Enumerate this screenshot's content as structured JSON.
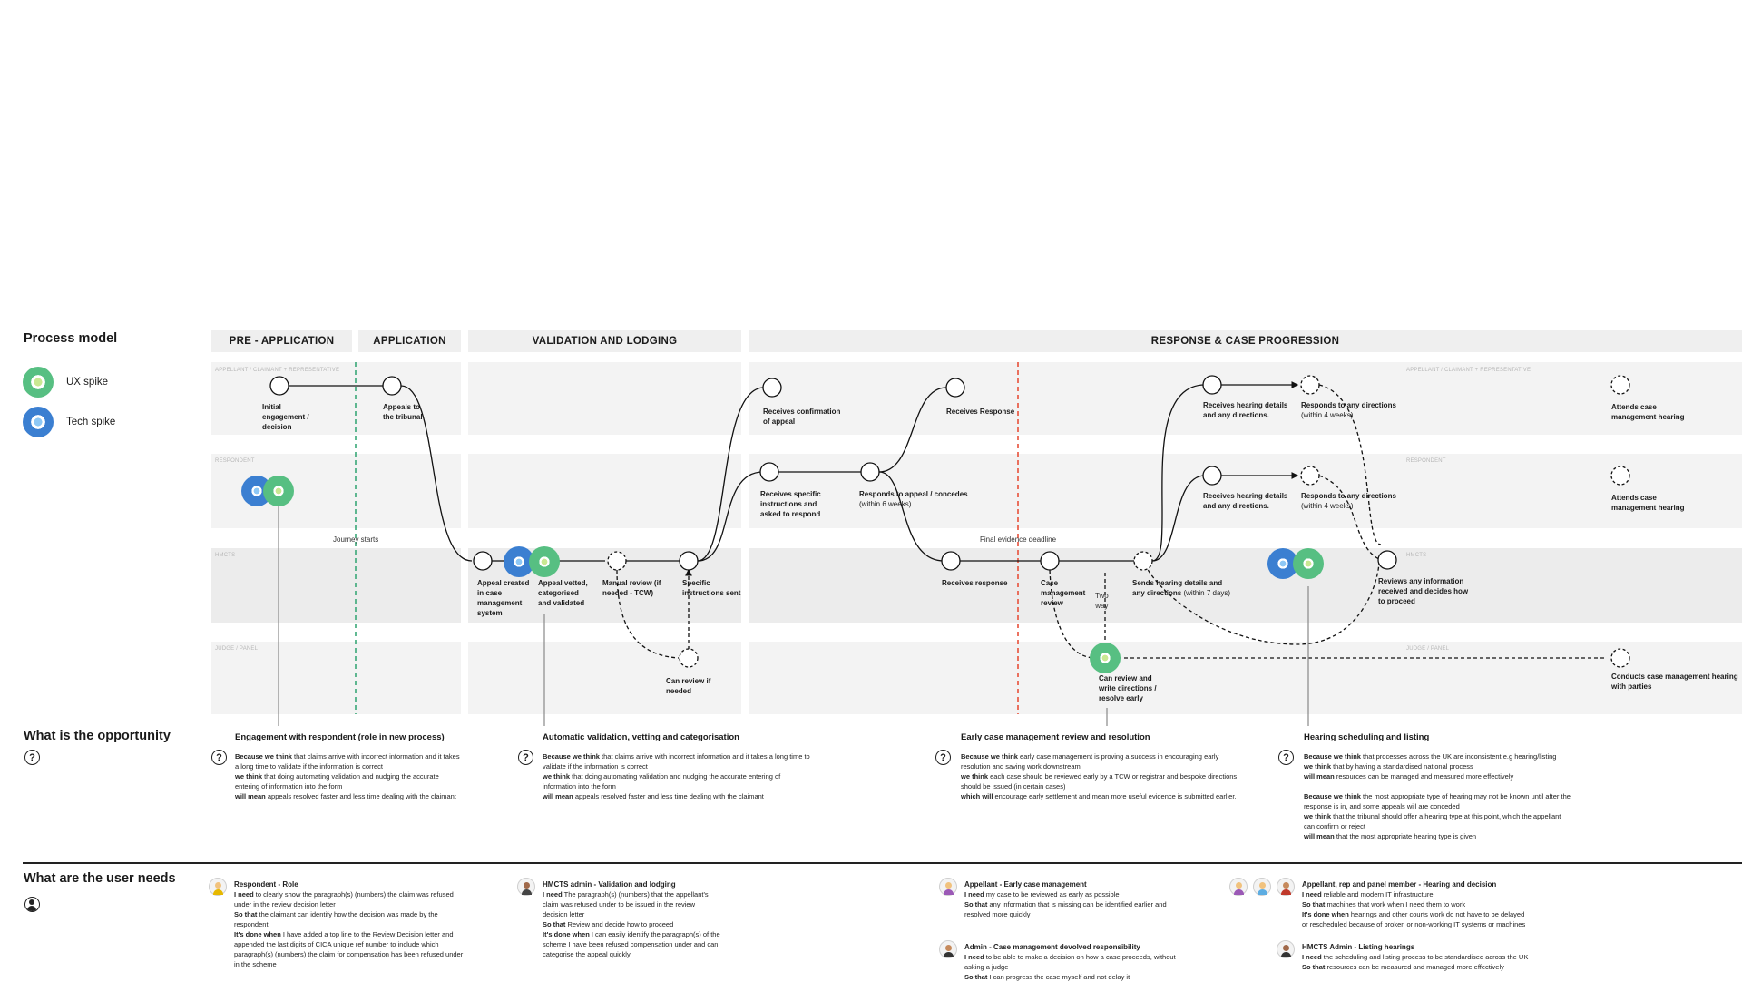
{
  "headings": {
    "process_model": "Process model",
    "opportunity": "What is the opportunity",
    "user_needs": "What are the user needs"
  },
  "legend": {
    "ux": "UX spike",
    "tech": "Tech spike"
  },
  "phases": [
    "PRE - APPLICATION",
    "APPLICATION",
    "VALIDATION AND LODGING",
    "RESPONSE & CASE PROGRESSION"
  ],
  "lanes": {
    "appellant": "APPELLANT / CLAIMANT + REPRESENTATIVE",
    "respondent": "RESPONDENT",
    "hmcts": "HMCTS",
    "judge": "JUDGE / PANEL"
  },
  "markers": {
    "journey_starts": "Journey starts",
    "final_evidence": "Final evidence deadline",
    "two_way_1": "Two",
    "two_way_2": "way"
  },
  "nodes": {
    "n1a": "Initial",
    "n1b": "engagement /",
    "n1c": "decision",
    "n2a": "Appeals to",
    "n2b": "the tribunal",
    "n3a": "Appeal created",
    "n3b": "in case",
    "n3c": "management",
    "n3d": "system",
    "n4a": "Appeal vetted,",
    "n4b": "categorised",
    "n4c": "and validated",
    "n5a": "Manual review (if",
    "n5b": "needed - TCW)",
    "n6a": "Specific",
    "n6b": "instructions sent",
    "n7a": "Can review if",
    "n7b": "needed",
    "n8a": "Receives confirmation",
    "n8b": "of appeal",
    "n9a": "Receives specific",
    "n9b": "instructions and",
    "n9c": "asked to respond",
    "n10a": "Responds to appeal / concedes",
    "n10b": "(within 6 weeks)",
    "n11": "Receives Response",
    "n12": "Receives response",
    "n13a": "Case",
    "n13b": "management",
    "n13c": "review",
    "n14a": "Sends hearing details and",
    "n14b": "any directions",
    "n14c": "(within 7 days)",
    "n15a": "Can review and",
    "n15b": "write directions /",
    "n15c": "resolve early",
    "n16a": "Receives hearing details",
    "n16b": "and any directions.",
    "n17a": "Responds to any directions",
    "n17b": "(within 4 weeks)",
    "n18a": "Receives hearing details",
    "n18b": "and any directions.",
    "n19a": "Responds to any directions",
    "n19b": "(within 4 weeks)",
    "n20a": "Reviews any information",
    "n20b": "received and decides how",
    "n20c": "to proceed",
    "n21a": "Attends case",
    "n21b": "management hearing",
    "n22a": "Attends case",
    "n22b": "management hearing",
    "n23a": "Conducts case management hearing",
    "n23b": "with parties"
  },
  "opportunities": [
    {
      "title": "Engagement with respondent (role in new process)",
      "l1b": "Because we think",
      "l1": " that claims arrive with incorrect information and it takes",
      "l2": "a long time to validate if the information is correct",
      "l3b": "we think",
      "l3": " that doing automating validation and nudging the accurate",
      "l4": "entering of information into the form",
      "l5b": "will mean",
      "l5": " appeals resolved faster and less time dealing with the claimant"
    },
    {
      "title": "Automatic validation, vetting and categorisation",
      "l1b": "Because we think",
      "l1": " that claims arrive with incorrect information and it takes a long time to",
      "l2": "validate if the information is correct",
      "l3b": "we think",
      "l3": " that doing automating validation and nudging the accurate entering of",
      "l4": "information into the form",
      "l5b": "will mean",
      "l5": " appeals resolved faster and less time dealing with the claimant"
    },
    {
      "title": "Early case management review and resolution",
      "l1b": "Because we think",
      "l1": " early case management is proving a success in encouraging early",
      "l2": "resolution and saving work downstream",
      "l3b": "we think",
      "l3": " each case should be reviewed early by a TCW or registrar and bespoke directions",
      "l4": "should be issued (in certain cases)",
      "l5b": "which will",
      "l5": " encourage early settlement and mean more useful evidence is submitted earlier."
    },
    {
      "title": "Hearing scheduling and listing",
      "l1b": "Because we think",
      "l1": " that processes across the UK are inconsistent e.g hearing/listing",
      "l2b": "we think",
      "l2": " that by having a standardised national process",
      "l3b": "will mean",
      "l3": " resources can be managed and measured more effectively",
      "l4b": "Because we think",
      "l4": " the most appropriate type of hearing may not be known until after the",
      "l5": "response is in, and some appeals will are conceded",
      "l6b": "we think",
      "l6": " that the tribunal should offer a hearing type at this point, which the appellant",
      "l7": "can confirm or reject",
      "l8b": "will mean",
      "l8": " that the most appropriate hearing type is given"
    }
  ],
  "needs": [
    {
      "title": "Respondent - Role",
      "l1b": "I need",
      "l1": " to clearly show the paragraph(s) (numbers) the claim was refused",
      "l2": "under in the review decision letter",
      "l3b": "So that",
      "l3": " the claimant can identify how the decision was made by the",
      "l4": "respondent",
      "l5b": "It's done when",
      "l5": " I have added a top line to the Review Decision letter and",
      "l6": "appended the last digits of CICA unique ref number to include which",
      "l7": "paragraph(s) (numbers) the claim for compensation has been refused under",
      "l8": "in the scheme"
    },
    {
      "title": "HMCTS admin - Validation and lodging",
      "l1b": "I need",
      "l1": " The paragraph(s) (numbers) that the appellant's",
      "l2": "claim was refused under to be issued in the review",
      "l3": "decision letter",
      "l4b": "So that",
      "l4": " Review and decide how to proceed",
      "l5b": "It's done when",
      "l5": " I can easily identify the paragraph(s) of the",
      "l6": "scheme I have been refused compensation under and can",
      "l7": "categorise the appeal quickly"
    },
    {
      "title": "Appellant - Early case management",
      "l1b": "I need",
      "l1": " my case to be reviewed as early as possible",
      "l2b": "So that",
      "l2": " any information that is missing can be identified earlier and",
      "l3": "resolved more quickly"
    },
    {
      "title": "Admin - Case management devolved responsibility",
      "l1b": "I need",
      "l1": " to be able to make a decision on how a case proceeds, without",
      "l2": "asking a judge",
      "l3b": "So that",
      "l3": " I can progress the case myself and not delay it"
    },
    {
      "title": "Appellant, rep and panel member - Hearing and decision",
      "l1b": "I need",
      "l1": " reliable and modern IT infrastructure",
      "l2b": "So that",
      "l2": " machines that work when I need them to work",
      "l3b": "It's done when",
      "l3": " hearings and other courts work do not have to be delayed",
      "l4": "or rescheduled because of broken or non-working IT systems or machines"
    },
    {
      "title": "HMCTS Admin - Listing hearings",
      "l1b": "I need",
      "l1": " the scheduling and listing process to be standardised across the UK",
      "l2b": "So that",
      "l2": " resources can be measured and managed more effectively"
    }
  ],
  "colors": {
    "ux_spike": "#57bf82",
    "tech_spike": "#3b7fd1",
    "journey_line": "#3aa878",
    "deadline_line": "#e8503a",
    "lane_bg": "#f3f3f3"
  }
}
